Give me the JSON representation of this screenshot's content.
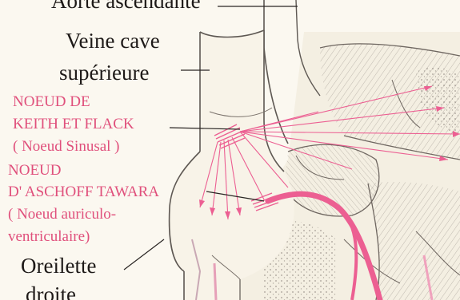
{
  "labels": {
    "aorte": "Aorte ascendante",
    "veine_line1": "Veine cave",
    "veine_line2": "supérieure",
    "keith_line1": "NOEUD DE",
    "keith_line2": "KEITH ET FLACK",
    "keith_line3": "( Noeud Sinusal )",
    "aschoff_line1": "NOEUD",
    "aschoff_line2": "D' ASCHOFF TAWARA",
    "aschoff_line3": "( Noeud auriculo-",
    "aschoff_line4": "ventriculaire)",
    "oreillette_line1": "Oreilette",
    "oreillette_line2": "droite"
  },
  "colors": {
    "label_black": "#1e1a18",
    "label_pink": "#e0507c",
    "conduction_pink": "#ec5f92",
    "background": "#fbf8f0",
    "tissue_line": "#6e6660"
  }
}
